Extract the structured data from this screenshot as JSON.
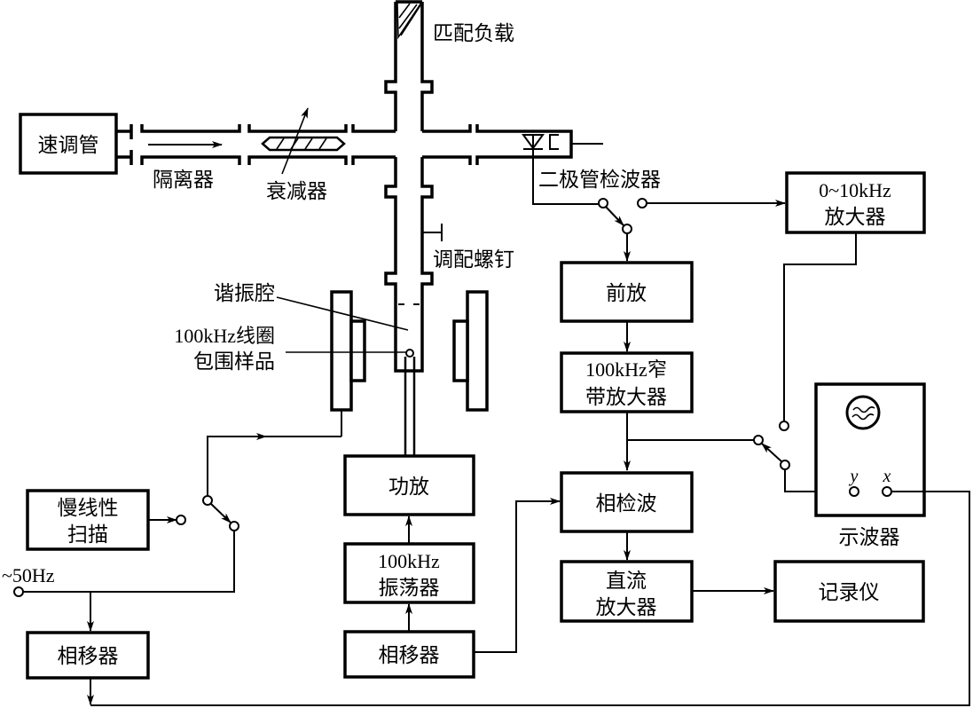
{
  "title": "ESR spectrometer block diagram (100 kHz field modulation)",
  "components": {
    "klystron": "速调管",
    "isolator": "隔离器",
    "attenuator": "衰减器",
    "matched_load": "匹配负载",
    "diode_detector": "二极管检波器",
    "amp_0_10k": [
      "0~10kHz",
      "放大器"
    ],
    "tuning_screw": "调配螺钉",
    "resonant_cavity": "谐振腔",
    "coil_label": [
      "100kHz线圈",
      "包围样品"
    ],
    "preamp": "前放",
    "narrowband_amp": [
      "100kHz窄",
      "带放大器"
    ],
    "phase_detector": "相检波",
    "dc_amp": [
      "直流",
      "放大器"
    ],
    "recorder": "记录仪",
    "oscilloscope": "示波器",
    "scope_y": "y",
    "scope_x": "x",
    "power_amp": "功放",
    "oscillator_100k": [
      "100kHz",
      "振荡器"
    ],
    "phase_shifter_right": "相移器",
    "slow_linear_scan": [
      "慢线性",
      "扫描"
    ],
    "mains_50hz": "~50Hz",
    "phase_shifter_left": "相移器"
  }
}
